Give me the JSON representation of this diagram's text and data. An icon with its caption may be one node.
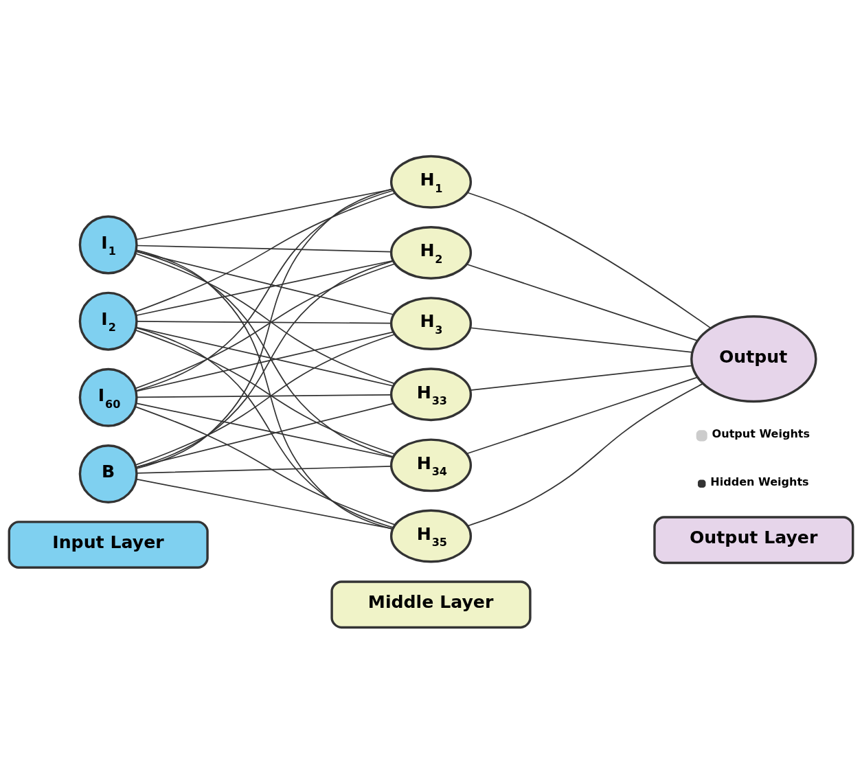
{
  "diagram": {
    "nodes": [
      {
        "text": [
          "I$_{1}$"
        ]
      },
      {
        "text": [
          "I$_{2}$"
        ]
      },
      {
        "text": [
          "I$_{60}$"
        ]
      },
      {
        "text": [
          "B"
        ]
      },
      {
        "text": [
          "H$_{1}$"
        ]
      },
      {
        "text": [
          "H$_{2}$"
        ]
      },
      {
        "text": [
          "H$_{3}$"
        ]
      },
      {
        "text": [
          "H$_{33}$"
        ]
      },
      {
        "text": [
          "H$_{34}$"
        ]
      },
      {
        "text": [
          "H$_{35}$"
        ]
      },
      {
        "text": [
          "Output"
        ]
      },
      {
        "text": [
          "Input Layer"
        ]
      },
      {
        "text": [
          "Middle Layer"
        ]
      },
      {
        "text": [
          "Output Layer"
        ]
      }
    ],
    "edges": [
      {
        "from": 0,
        "to": 4,
        "arrow": "none"
      },
      {
        "from": 0,
        "to": 5,
        "arrow": "none"
      },
      {
        "from": 0,
        "to": 6,
        "arrow": "none"
      },
      {
        "from": 0,
        "to": 7,
        "arrow": "none"
      },
      {
        "from": 0,
        "to": 8,
        "arrow": "none"
      },
      {
        "from": 0,
        "to": 9,
        "arrow": "none"
      },
      {
        "from": 1,
        "to": 4,
        "arrow": "none"
      },
      {
        "from": 1,
        "to": 5,
        "arrow": "none"
      },
      {
        "from": 1,
        "to": 6,
        "arrow": "none"
      },
      {
        "from": 1,
        "to": 7,
        "arrow": "none"
      },
      {
        "from": 1,
        "to": 8,
        "arrow": "none"
      },
      {
        "from": 1,
        "to": 9,
        "arrow": "none"
      },
      {
        "from": 2,
        "to": 4,
        "arrow": "none"
      },
      {
        "from": 2,
        "to": 5,
        "arrow": "none"
      },
      {
        "from": 2,
        "to": 6,
        "arrow": "none"
      },
      {
        "from": 2,
        "to": 7,
        "arrow": "none"
      },
      {
        "from": 2,
        "to": 8,
        "arrow": "none"
      },
      {
        "from": 2,
        "to": 9,
        "arrow": "none"
      },
      {
        "from": 3,
        "to": 4,
        "arrow": "none"
      },
      {
        "from": 3,
        "to": 5,
        "arrow": "none"
      },
      {
        "from": 3,
        "to": 6,
        "arrow": "none"
      },
      {
        "from": 3,
        "to": 7,
        "arrow": "none"
      },
      {
        "from": 3,
        "to": 8,
        "arrow": "none"
      },
      {
        "from": 3,
        "to": 9,
        "arrow": "none"
      },
      {
        "from": 4,
        "to": 10,
        "arrow": "none"
      },
      {
        "from": 5,
        "to": 10,
        "arrow": "none"
      },
      {
        "from": 6,
        "to": 10,
        "arrow": "none"
      },
      {
        "from": 7,
        "to": 10,
        "arrow": "none"
      },
      {
        "from": 8,
        "to": 10,
        "arrow": "none"
      },
      {
        "from": 9,
        "to": 10,
        "arrow": "none"
      }
    ],
    "legend": [
      {
        "text": "Output Weights"
      },
      {
        "text": "Hidden Weights"
      }
    ]
  }
}
